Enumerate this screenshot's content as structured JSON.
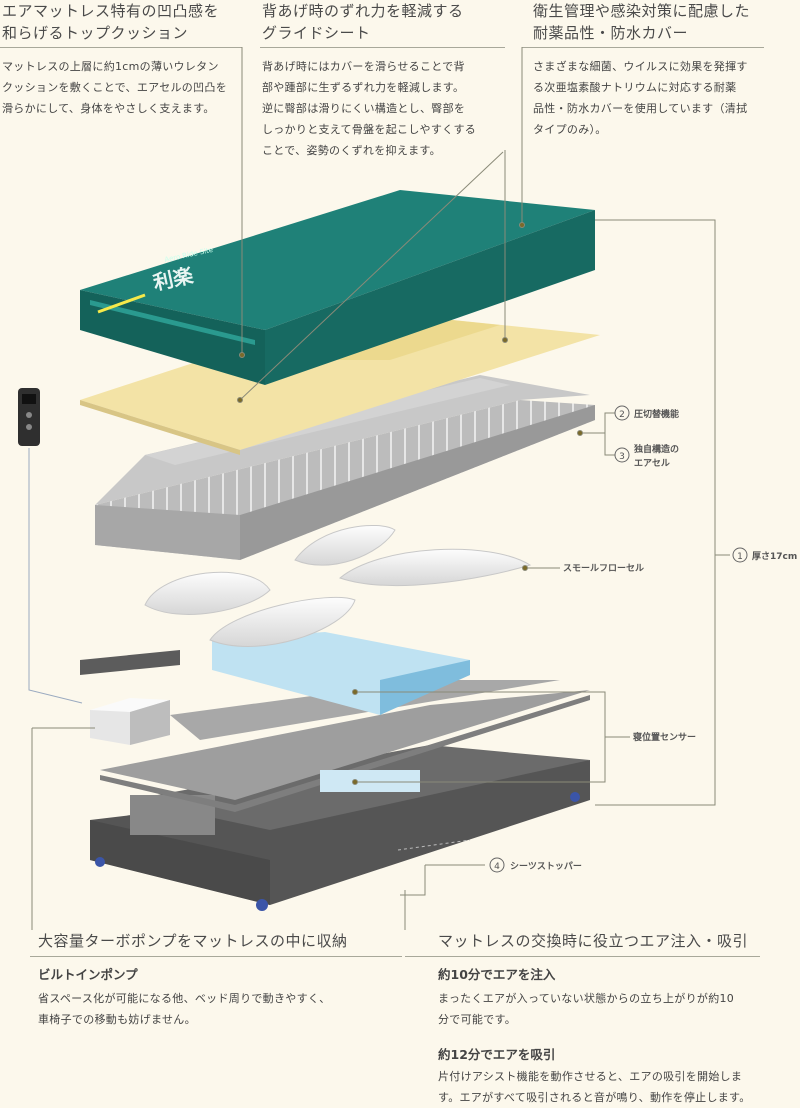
{
  "top": [
    {
      "title1": "エアマットレス特有の凹凸感を",
      "title2": "和らげるトップクッション",
      "lines": [
        "マットレスの上層に約1cmの薄いウレタン",
        "クッションを敷くことで、エアセルの凹凸を",
        "滑らかにして、身体をやさしく支えます。"
      ]
    },
    {
      "title1": "背あげ時のずれ力を軽減する",
      "title2": "グライドシート",
      "lines": [
        "背あげ時にはカバーを滑らせることで背",
        "部や踵部に生ずるずれ力を軽減します。",
        "逆に臀部は滑りにくい構造とし、臀部を",
        "しっかりと支えて骨盤を起こしやすくする",
        "ことで、姿勢のくずれを抑えます。"
      ]
    },
    {
      "title1": "衛生管理や感染対策に配慮した",
      "title2": "耐薬品性・防水カバー",
      "lines": [
        "さまざまな細菌、ウイルスに効果を発揮す",
        "る次亜塩素酸ナトリウムに対応する耐薬",
        "品性・防水カバーを使用しています（清拭",
        "タイプのみ）。"
      ]
    }
  ],
  "cover": {
    "brand": "利楽",
    "small": "Aero Ride Site"
  },
  "labels": {
    "n1": "1",
    "t1": "厚さ17cm",
    "n2": "2",
    "t2": "圧切替機能",
    "n3": "3",
    "t3a": "独自構造の",
    "t3b": "エアセル",
    "small_cell": "スモールフローセル",
    "sensor": "寝位置センサー",
    "n4": "4",
    "t4": "シーツストッパー"
  },
  "bottom_left": {
    "title": "大容量ターボポンプをマットレスの中に収納",
    "sub": "ビルトインポンプ",
    "lines": [
      "省スペース化が可能になる他、ベッド周りで動きやすく、",
      "車椅子での移動も妨げません。"
    ]
  },
  "bottom_right": {
    "title": "マットレスの交換時に役立つエア注入・吸引",
    "sub1": "約10分でエアを注入",
    "lines1": [
      "まったくエアが入っていない状態からの立ち上がりが約10",
      "分で可能です。"
    ],
    "sub2": "約12分でエアを吸引",
    "lines2": [
      "片付けアシスト機能を動作させると、エアの吸引を開始しま",
      "す。エアがすべて吸引されると音が鳴り、動作を停止します。"
    ]
  },
  "colors": {
    "cover": "#1f8178",
    "cushion": "#f3e3a6",
    "cell": "#b8b8b8",
    "base": "#5a5a5a"
  }
}
